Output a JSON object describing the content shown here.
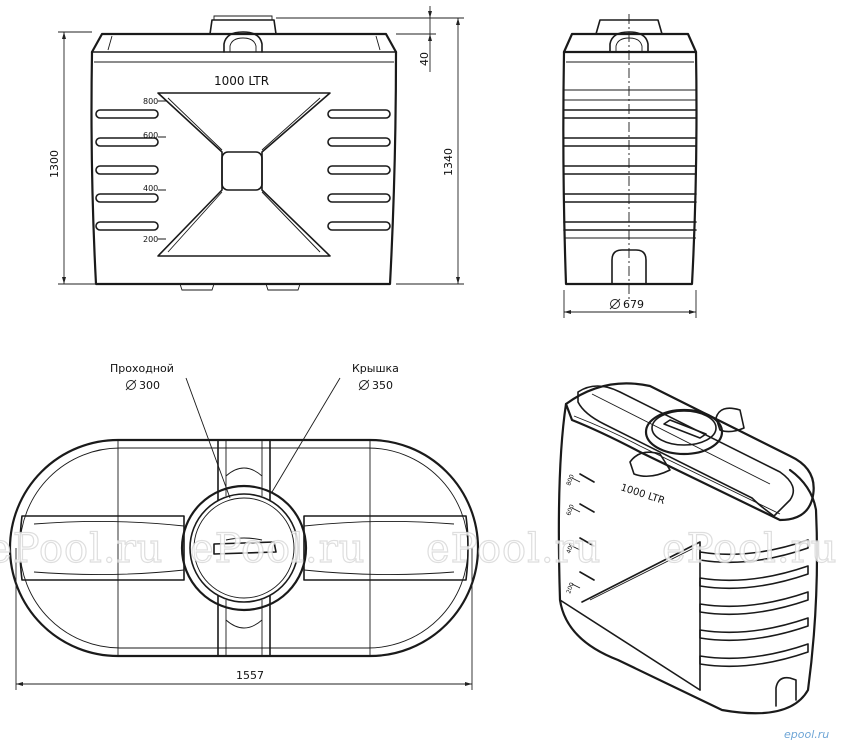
{
  "front_view": {
    "capacity_label": "1000 LTR",
    "scale_marks": [
      "800",
      "600",
      "400",
      "200"
    ],
    "dim_height": "1300",
    "dim_height_total": "1340",
    "dim_lid": "40"
  },
  "side_view": {
    "dim_diameter": "679"
  },
  "top_view": {
    "passage_label": "Проходной",
    "passage_diameter": "300",
    "lid_label": "Крышка",
    "lid_diameter": "350",
    "dim_length": "1557"
  },
  "iso_view": {
    "capacity_label": "1000 LTR",
    "scale_marks": [
      "800",
      "600",
      "400",
      "200"
    ]
  },
  "watermark": {
    "text": "ePool.ru",
    "site": "epool.ru"
  },
  "colors": {
    "line": "#1a1a1a",
    "watermark": "#d9d9d9",
    "brand": "#6fa6d6"
  }
}
